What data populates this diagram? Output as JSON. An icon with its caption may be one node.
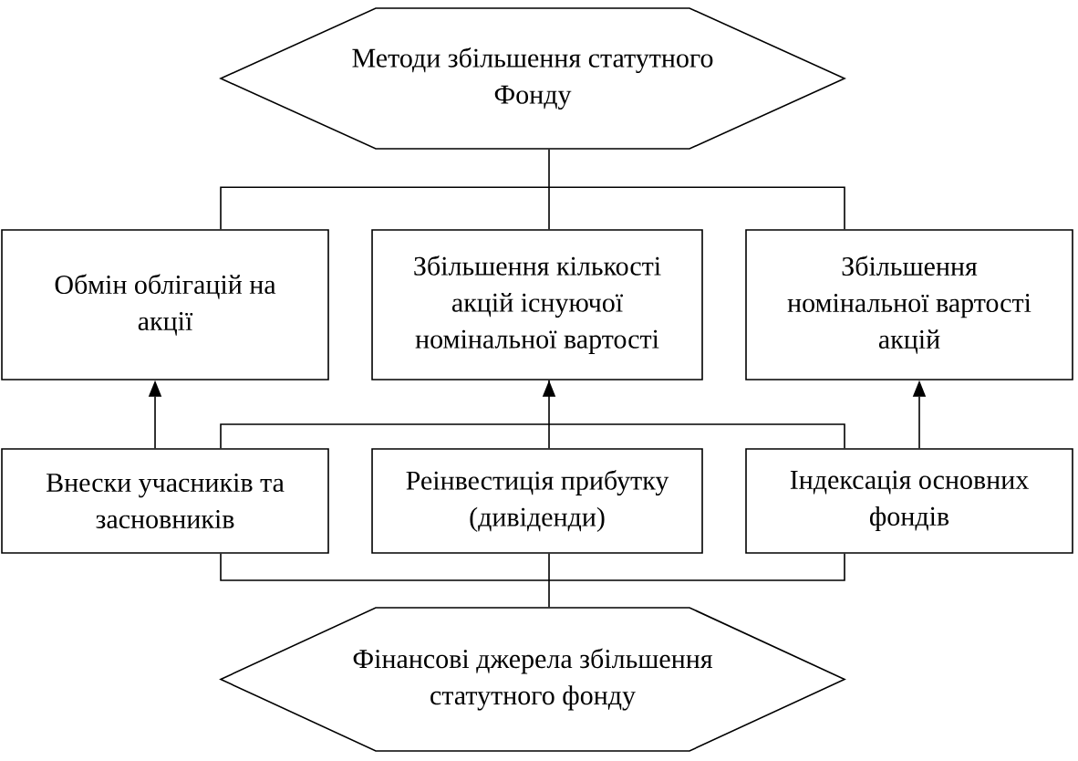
{
  "diagram": {
    "nodes": [
      {
        "text": [
          "Методи збільшення статутного Фонду"
        ]
      },
      {
        "text": [
          "Обмін облігацій на акції"
        ]
      },
      {
        "text": [
          "Збільшення кількості акцій існуючої номінальної вартості"
        ]
      },
      {
        "text": [
          "Збільшення номінальної вартості акцій"
        ]
      },
      {
        "text": [
          "Внески учасників та засновників"
        ]
      },
      {
        "text": [
          "Реінвестиція прибутку (дивіденди)"
        ]
      },
      {
        "text": [
          "Індексація основних фондів"
        ]
      },
      {
        "text": [
          "Фінансові джерела збільшення статутного фонду"
        ]
      }
    ],
    "edges": [
      {
        "from": 0,
        "to": 1,
        "arrow": "none"
      },
      {
        "from": 0,
        "to": 2,
        "arrow": "none"
      },
      {
        "from": 0,
        "to": 3,
        "arrow": "none"
      },
      {
        "from": 4,
        "to": 1,
        "arrow": "to"
      },
      {
        "from": 4,
        "to": 2,
        "arrow": "to"
      },
      {
        "from": 5,
        "to": 2,
        "arrow": "to"
      },
      {
        "from": 6,
        "to": 2,
        "arrow": "to"
      },
      {
        "from": 6,
        "to": 3,
        "arrow": "to"
      },
      {
        "from": 7,
        "to": 4,
        "arrow": "none"
      },
      {
        "from": 7,
        "to": 5,
        "arrow": "none"
      },
      {
        "from": 7,
        "to": 6,
        "arrow": "none"
      }
    ]
  }
}
